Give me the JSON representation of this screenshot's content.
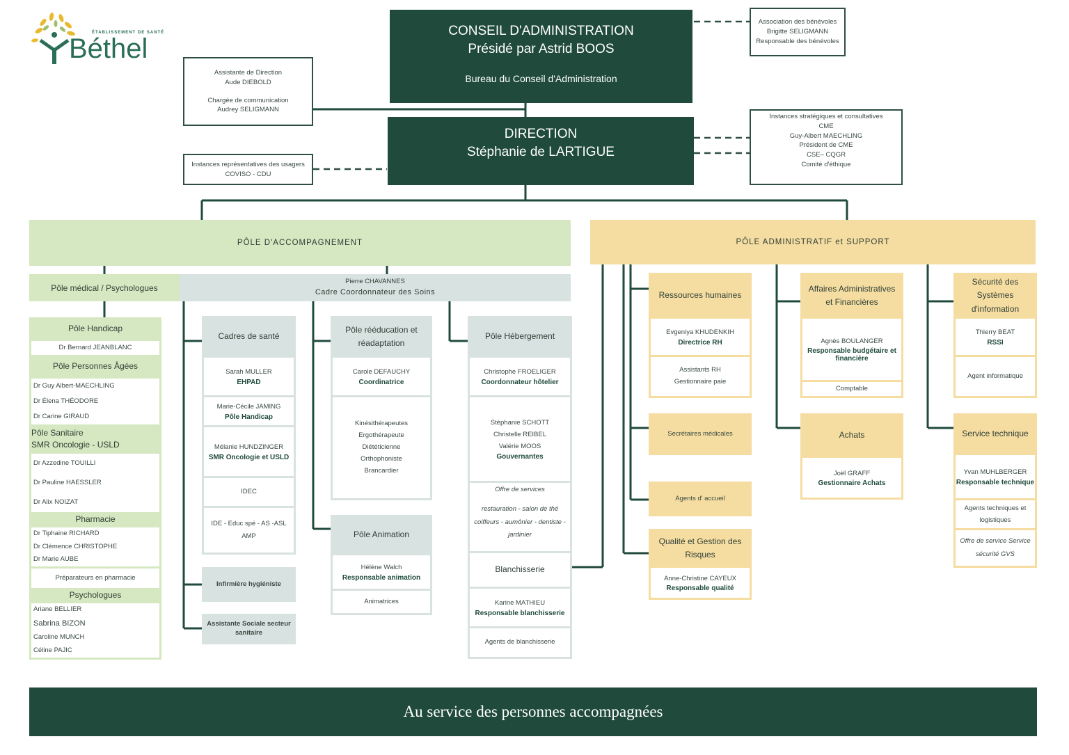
{
  "logo": {
    "tagline": "ÉTABLISSEMENT DE SANTÉ",
    "name": "Béthel"
  },
  "conseil": {
    "title": "CONSEIL D'ADMINISTRATION",
    "president": "Présidé par Astrid BOOS",
    "bureau": "Bureau du Conseil d'Administration"
  },
  "benevoles": [
    "Association des bénévoles",
    "Brigitte SELIGMANN",
    "Responsable des bénévoles"
  ],
  "assistante": {
    "role1": "Assistante de Direction",
    "name1": "Aude DIEBOLD",
    "role2": "Chargée de communication",
    "name2": "Audrey SELIGMANN"
  },
  "direction": {
    "title": "DIRECTION",
    "name": "Stéphanie de LARTIGUE"
  },
  "instances_usagers": {
    "title": "Instances représentatives des usagers",
    "value": "COVISO - CDU"
  },
  "instances_strategiques": [
    "Instances stratégiques et consultatives",
    "CME",
    "Guy-Albert MAECHLING",
    "Président de CME",
    "CSE– CQGR",
    "Comité d'éthique"
  ],
  "pole_accompagnement": "PÔLE D'ACCOMPAGNEMENT",
  "pole_admin": "PÔLE ADMINISTRATIF et SUPPORT",
  "pole_medical": "Pôle médical / Psychologues",
  "cadre_coord": {
    "name": "Pierre CHAVANNES",
    "role": "Cadre Coordonnateur des Soins"
  },
  "medical_list": {
    "handicap": "Pôle Handicap",
    "handicap_names": [
      "Dr Bernard JEANBLANC"
    ],
    "pa": "Pôle Personnes Âgées",
    "pa_names": [
      "Dr Guy Albert-MAECHLING",
      "Dr Élena THÉODORE",
      "Dr Carine GIRAUD"
    ],
    "sanitaire": "Pôle Sanitaire",
    "smr": "SMR Oncologie - USLD",
    "smr_names": [
      "Dr Azzedine TOUILLI",
      "Dr Pauline HAESSLER",
      "Dr Alix NOIZAT"
    ],
    "pharmacie": "Pharmacie",
    "pharmacie_names": [
      "Dr Tiphaine RICHARD",
      "Dr Clémence CHRISTOPHE",
      "Dr Marie AUBE"
    ],
    "preparateurs": "Préparateurs en pharmacie",
    "psychologues": "Psychologues",
    "psy_names": [
      "Ariane BELLIER",
      "Sabrina BIZON",
      "Caroline MUNCH",
      "Céline PAJIC"
    ]
  },
  "cadres_sante": {
    "title": "Cadres de santé",
    "c1_name": "Sarah MULLER",
    "c1_role": "EHPAD",
    "c2_name": "Marie-Cécile JAMING",
    "c2_role": "Pôle Handicap",
    "c3_name": "Mélanie HUNDZINGER",
    "c3_role": "SMR Oncologie et USLD",
    "idec": "IDEC",
    "ide": "IDE - Educ spé - AS -ASL AMP"
  },
  "infirmiere": "Infirmière hygiéniste",
  "assistante_sociale": "Assistante Sociale secteur sanitaire",
  "reeducation": {
    "title": "Pôle rééducation et réadaptation",
    "name": "Carole DEFAUCHY",
    "role": "Coordinatrice",
    "staff": [
      "Kinésithérapeutes",
      "Ergothérapeute",
      "Diététicienne",
      "Orthophoniste",
      "Brancardier"
    ]
  },
  "animation": {
    "title": "Pôle Animation",
    "name": "Hélène Walch",
    "role": "Responsable animation",
    "staff": "Animatrices"
  },
  "hebergement": {
    "title": "Pôle Hébergement",
    "name": "Christophe FROELIGER",
    "role": "Coordonnateur hôtelier",
    "gouv_names": [
      "Stéphanie SCHOTT",
      "Christelle REIBEL",
      "Valérie MOOS"
    ],
    "gouv_role": "Gouvernantes",
    "offre_title": "Offre de services",
    "offre_text": "restauration - salon de thé coiffeurs - aumônier - dentiste - jardinier",
    "blanch": "Blanchisserie",
    "blanch_name": "Karine MATHIEU",
    "blanch_role": "Responsable blanchisserie",
    "blanch_staff": "Agents de blanchisserie"
  },
  "rh": {
    "title": "Ressources humaines",
    "name": "Evgeniya KHUDENKIH",
    "role": "Directrice RH",
    "staff1": "Assistants RH",
    "staff2": "Gestionnaire paie"
  },
  "secretaires": "Secrétaires médicales",
  "accueil": "Agents d' accueil",
  "qualite": {
    "title": "Qualité et Gestion des Risques",
    "name": "Anne-Christine CAYEUX",
    "role": "Responsable qualité"
  },
  "affaires": {
    "title": "Affaires Administratives et Financières",
    "name": "Agnès BOULANGER",
    "role": "Responsable budgétaire et financière",
    "comptable": "Comptable"
  },
  "achats": {
    "title": "Achats",
    "name": "Joël GRAFF",
    "role": "Gestionnaire Achats"
  },
  "securite": {
    "title": "Sécurité des Systèmes d'information",
    "name": "Thierry BEAT",
    "role": "RSSI",
    "agent": "Agent informatique"
  },
  "technique": {
    "title": "Service technique",
    "name": "Yvan MUHLBERGER",
    "role": "Responsable technique",
    "agents": "Agents techniques et logistiques",
    "offre": "Offre de service Service sécurité GVS"
  },
  "footer": "Au service des personnes accompagnées"
}
